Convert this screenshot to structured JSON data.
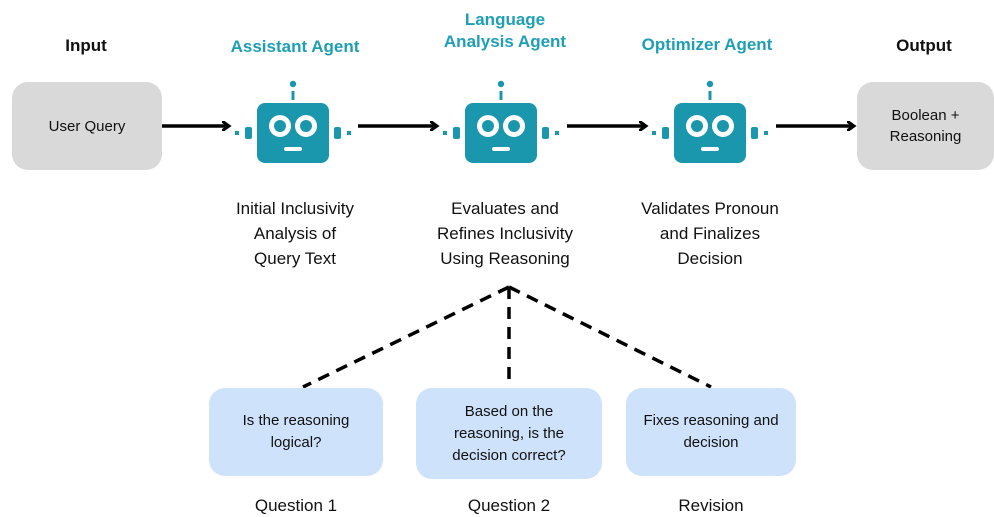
{
  "colors": {
    "accent": "#1e9fb6",
    "robot": "#1b97ad",
    "gray_box": "#d9d9d9",
    "blue_box": "#cfe2fb"
  },
  "headers": {
    "input": "Input",
    "output": "Output"
  },
  "agents": [
    {
      "title": "Assistant Agent",
      "description": [
        "Initial Inclusivity",
        "Analysis of",
        "Query Text"
      ]
    },
    {
      "title": [
        "Language",
        "Analysis Agent"
      ],
      "description": [
        "Evaluates and",
        "Refines Inclusivity",
        "Using Reasoning"
      ]
    },
    {
      "title": "Optimizer Agent",
      "description": [
        "Validates Pronoun",
        "and Finalizes",
        "Decision"
      ]
    }
  ],
  "input_box": {
    "text": "User Query"
  },
  "output_box": {
    "lines": [
      "Boolean +",
      "Reasoning"
    ]
  },
  "checks": [
    {
      "text": [
        "Is the reasoning",
        "logical?"
      ],
      "label": "Question 1"
    },
    {
      "text": [
        "Based on the",
        "reasoning, is the",
        "decision correct?"
      ],
      "label": "Question 2"
    },
    {
      "text": [
        "Fixes reasoning and",
        "decision"
      ],
      "label": "Revision"
    }
  ],
  "icons": [
    "robot-icon",
    "arrow-right-icon"
  ]
}
